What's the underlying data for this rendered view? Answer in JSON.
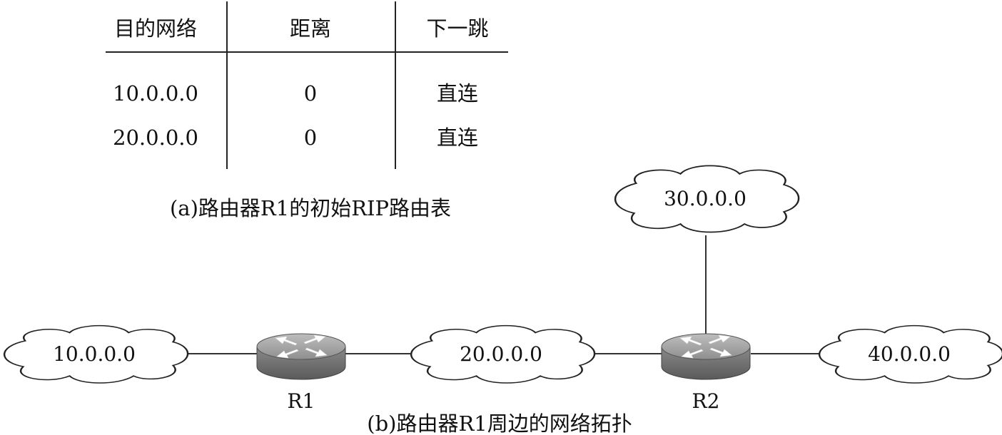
{
  "table": {
    "headers": [
      "目的网络",
      "距离",
      "下一跳"
    ],
    "rows": [
      [
        "10.0.0.0",
        "0",
        "直连"
      ],
      [
        "20.0.0.0",
        "0",
        "直连"
      ]
    ]
  },
  "caption_a": "(a)路由器R1的初始RIP路由表",
  "caption_b": "(b)路由器R1周边的网络拓扑",
  "networks": {
    "net_10": "10.0.0.0",
    "net_20": "20.0.0.0",
    "net_30": "30.0.0.0",
    "net_40": "40.0.0.0"
  },
  "routers": {
    "r1": "R1",
    "r2": "R2"
  }
}
